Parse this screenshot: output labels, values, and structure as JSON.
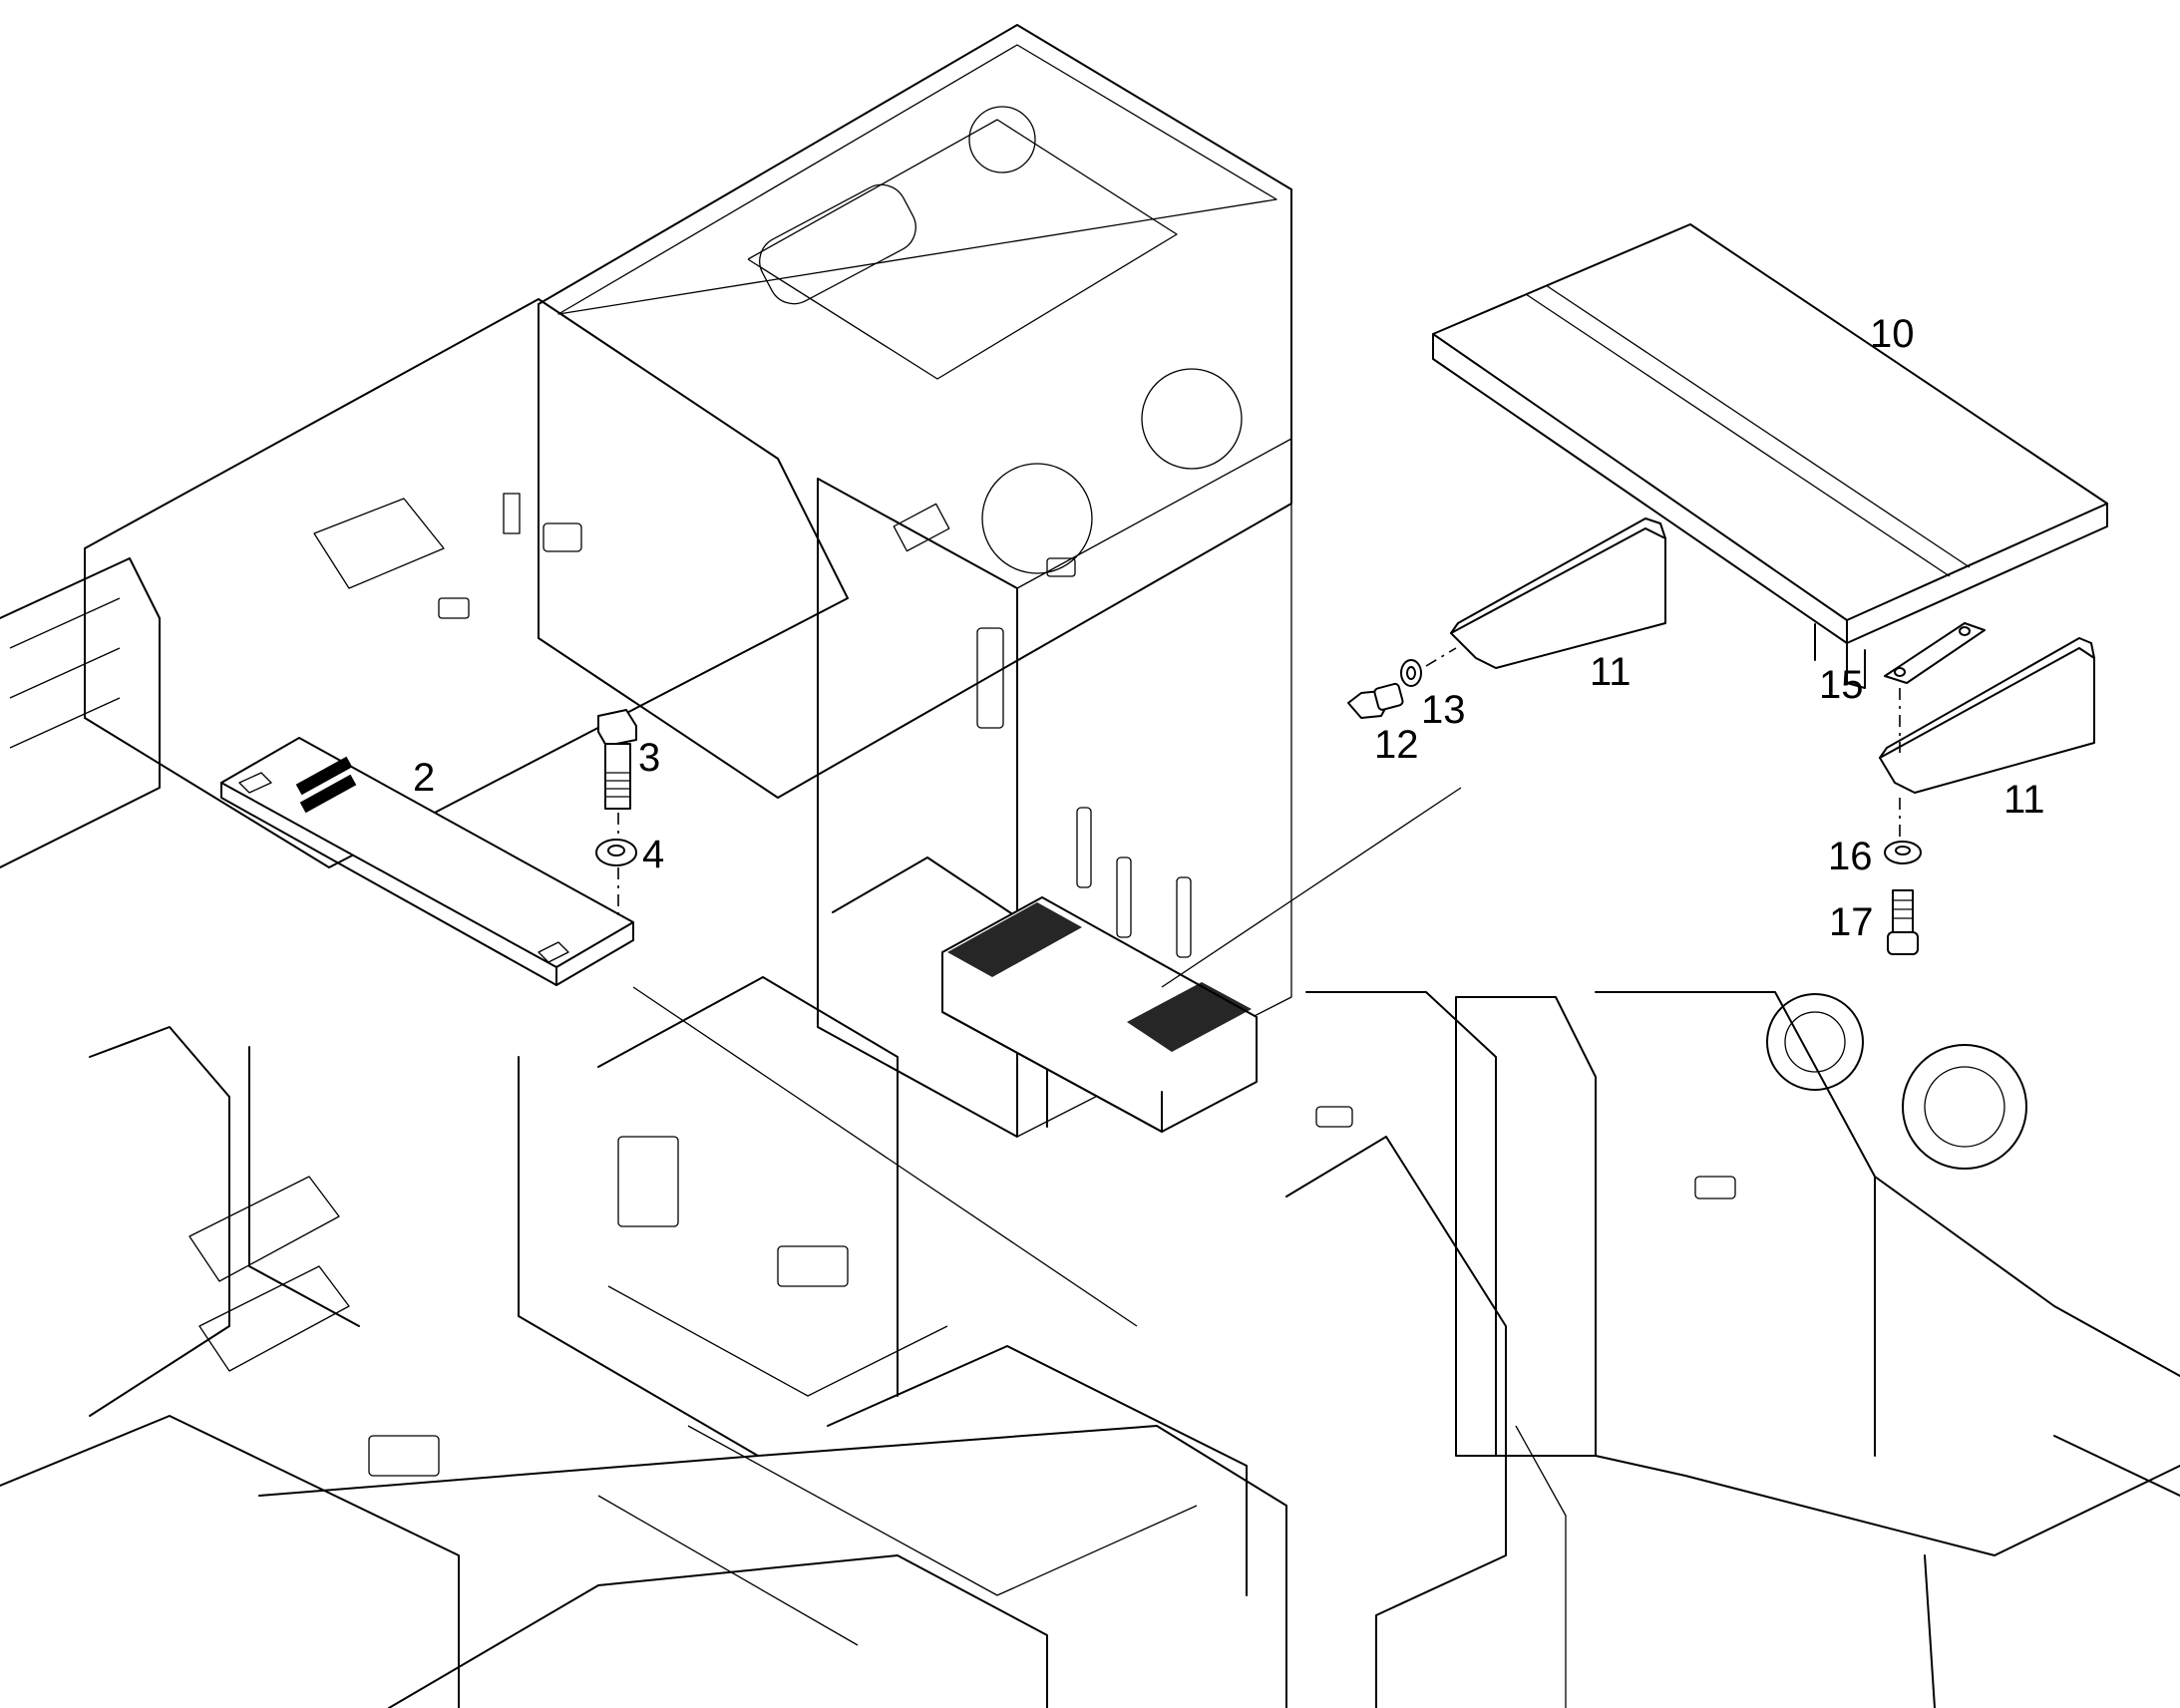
{
  "diagram": {
    "background_color": "#ffffff",
    "line_color": "#000000",
    "callouts": {
      "part_2": "2",
      "part_3": "3",
      "part_4": "4",
      "part_10": "10",
      "part_11_upper": "11",
      "part_11_lower": "11",
      "part_12": "12",
      "part_13": "13",
      "part_15": "15",
      "part_16": "16",
      "part_17": "17"
    }
  }
}
